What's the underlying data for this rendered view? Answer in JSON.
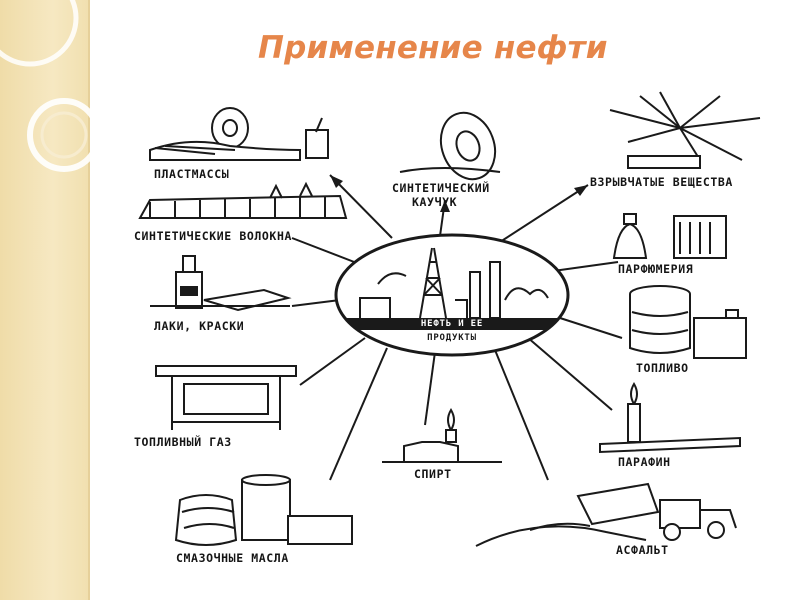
{
  "slide": {
    "title": "Применение нефти"
  },
  "center": {
    "line1": "НЕФТЬ И ЕЕ",
    "line2": "ПРОДУКТЫ"
  },
  "products": {
    "plastics": "ПЛАСТМАССЫ",
    "rubber_1": "СИНТЕТИЧЕСКИЙ",
    "rubber_2": "КАУЧУК",
    "explosives": "ВЗРЫВЧАТЫЕ ВЕЩЕСТВА",
    "fibers": "СИНТЕТИЧЕСКИЕ ВОЛОКНА",
    "perfume": "ПАРФЮМЕРИЯ",
    "lacquers": "ЛАКИ, КРАСКИ",
    "fuel": "ТОПЛИВО",
    "fuel_gas": "ТОПЛИВНЫЙ ГАЗ",
    "paraffin": "ПАРАФИН",
    "alcohol": "СПИРТ",
    "lubricants": "СМАЗОЧНЫЕ МАСЛА",
    "asphalt": "АСФАЛЬТ"
  }
}
